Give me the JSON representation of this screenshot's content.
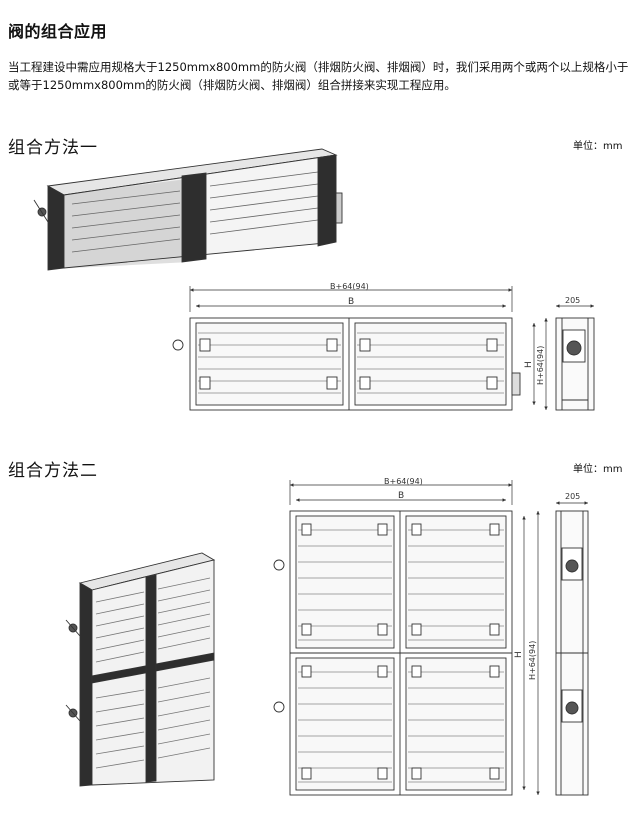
{
  "title": "阀的组合应用",
  "intro": "当工程建设中需应用规格大于1250mmx800mm的防火阀（排烟防火阀、排烟阀）时，我们采用两个或两个以上规格小于或等于1250mmx800mm的防火阀（排烟防火阀、排烟阀）组合拼接来实现工程应用。",
  "sections": [
    {
      "heading": "组合方法一",
      "unit": "单位：mm",
      "dim_outer_width": "B+64(94)",
      "dim_width": "B",
      "dim_depth": "205",
      "dim_height": "H",
      "dim_outer_height": "H+64(94)"
    },
    {
      "heading": "组合方法二",
      "unit": "单位：mm",
      "dim_outer_width": "B+64(94)",
      "dim_width": "B",
      "dim_depth": "205",
      "dim_height": "H",
      "dim_outer_height": "H+64(94)"
    }
  ]
}
